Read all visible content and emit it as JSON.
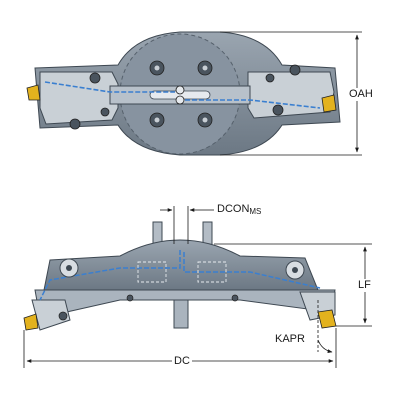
{
  "labels": {
    "oah": "OAH",
    "dcon_main": "DCON",
    "dcon_sub": "MS",
    "lf": "LF",
    "kapr": "KAPR",
    "dc": "DC"
  },
  "colors": {
    "body": "#7d8996",
    "body_dark": "#5f6b78",
    "body_light": "#aab4be",
    "face": "#c9d0d6",
    "coolant": "#3a7fd0",
    "insert": "#e3b21e",
    "dimension": "#1a1a1a"
  }
}
